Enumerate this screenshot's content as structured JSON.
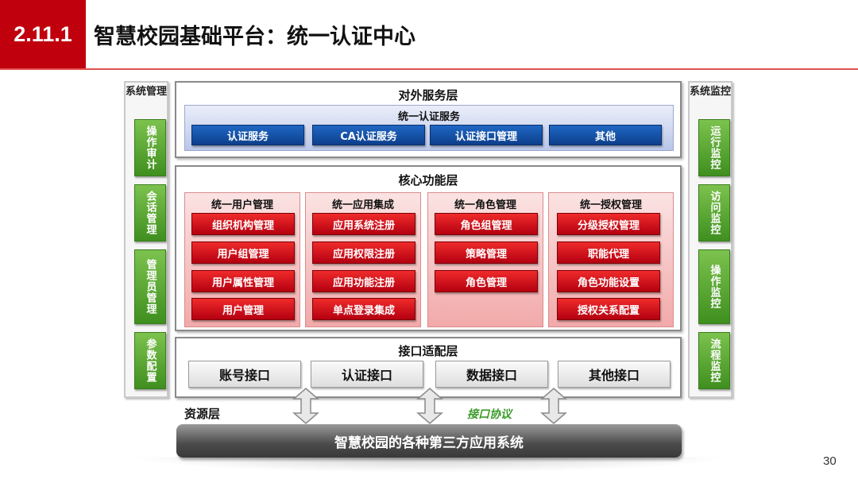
{
  "header": {
    "section_number": "2.11.1",
    "title": "智慧校园基础平台：统一认证中心"
  },
  "left_panel": {
    "title": "系统管理",
    "items": [
      "操作审计",
      "会话管理",
      "管理员管理",
      "参数配置"
    ]
  },
  "right_panel": {
    "title": "系统监控",
    "items": [
      "运行监控",
      "访问监控",
      "操作监控",
      "流程监控"
    ]
  },
  "external_layer": {
    "title": "对外服务层",
    "group_title": "统一认证服务",
    "buttons": [
      "认证服务",
      "CA认证服务",
      "认证接口管理",
      "其他"
    ]
  },
  "core_layer": {
    "title": "核心功能层",
    "groups": [
      {
        "title": "统一用户管理",
        "items": [
          "组织机构管理",
          "用户组管理",
          "用户属性管理",
          "用户管理"
        ]
      },
      {
        "title": "统一应用集成",
        "items": [
          "应用系统注册",
          "应用权限注册",
          "应用功能注册",
          "单点登录集成"
        ]
      },
      {
        "title": "统一角色管理",
        "items": [
          "角色组管理",
          "策略管理",
          "角色管理"
        ]
      },
      {
        "title": "统一授权管理",
        "items": [
          "分级授权管理",
          "职能代理",
          "角色功能设置",
          "授权关系配置"
        ]
      }
    ]
  },
  "adapter_layer": {
    "title": "接口适配层",
    "buttons": [
      "账号接口",
      "认证接口",
      "数据接口",
      "其他接口"
    ]
  },
  "resource_label": "资源层",
  "protocol_label": "接口协议",
  "platform_bar": "智慧校园的各种第三方应用系统",
  "page_number": "30",
  "colors": {
    "header_red": "#c0000d",
    "green": "#4f9e2a",
    "blue": "#1a5bb5",
    "red": "#d9141e",
    "gray_bar": "#4a4a4a"
  }
}
